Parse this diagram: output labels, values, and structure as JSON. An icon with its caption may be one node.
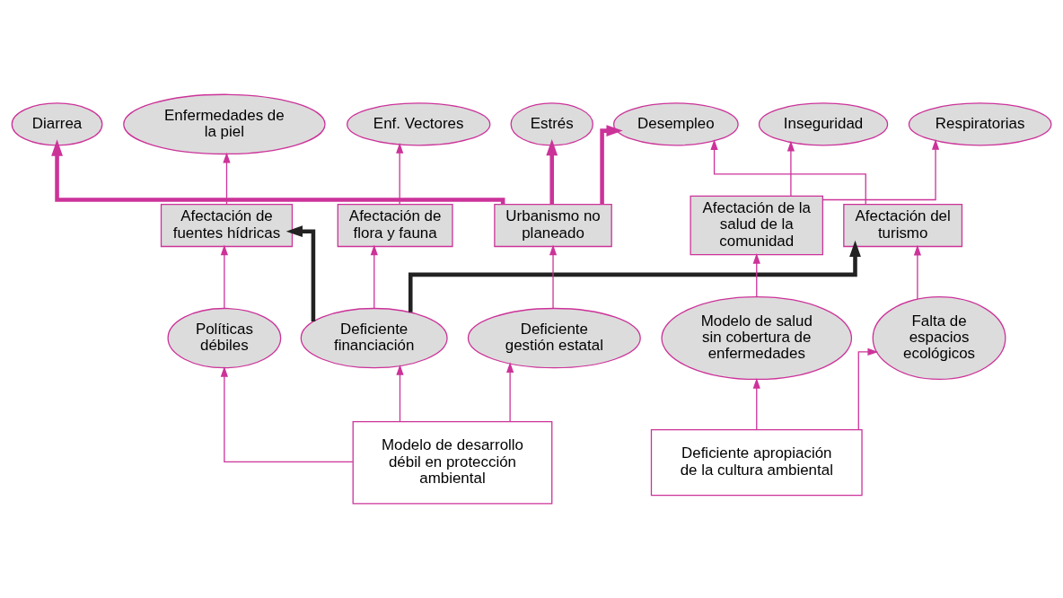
{
  "diagram": {
    "nodes": [
      {
        "text": [
          "Diarrea"
        ]
      },
      {
        "text": [
          "Enfermedades de la piel"
        ]
      },
      {
        "text": [
          "Enf. Vectores"
        ]
      },
      {
        "text": [
          "Estrés"
        ]
      },
      {
        "text": [
          "Desempleo"
        ]
      },
      {
        "text": [
          "Inseguridad"
        ]
      },
      {
        "text": [
          "Respiratorias"
        ]
      },
      {
        "text": [
          "Afectación de fuentes hídricas"
        ]
      },
      {
        "text": [
          "Afectación de flora y fauna"
        ]
      },
      {
        "text": [
          "Urbanismo no planeado"
        ]
      },
      {
        "text": [
          "Afectación de la salud de la comunidad"
        ]
      },
      {
        "text": [
          "Afectación del turismo"
        ]
      },
      {
        "text": [
          "Políticas débiles"
        ]
      },
      {
        "text": [
          "Deficiente financiación"
        ]
      },
      {
        "text": [
          "Deficiente gestión estatal"
        ]
      },
      {
        "text": [
          "Modelo de salud sin cobertura de enfermedades"
        ]
      },
      {
        "text": [
          "Falta de espacios ecológicos"
        ]
      },
      {
        "text": [
          "Modelo de desarrollo débil en protección ambiental"
        ]
      },
      {
        "text": [
          "Deficiente apropiación de la cultura ambiental"
        ]
      }
    ],
    "edges": [
      {
        "from": 7,
        "to": 1,
        "arrow": "to"
      },
      {
        "from": 9,
        "to": 0,
        "arrow": "to",
        "style": "thick"
      },
      {
        "from": 9,
        "to": 3,
        "arrow": "to",
        "style": "thick"
      },
      {
        "from": 9,
        "to": 4,
        "arrow": "to",
        "style": "thick"
      },
      {
        "from": 8,
        "to": 2,
        "arrow": "to"
      },
      {
        "from": 10,
        "to": 5,
        "arrow": "to"
      },
      {
        "from": 10,
        "to": 6,
        "arrow": "to"
      },
      {
        "from": 11,
        "to": 4,
        "arrow": "to"
      },
      {
        "from": 12,
        "to": 7,
        "arrow": "to"
      },
      {
        "from": 13,
        "to": 7,
        "arrow": "to",
        "style": "thick",
        "color": "#222222"
      },
      {
        "from": 13,
        "to": 8,
        "arrow": "to"
      },
      {
        "from": 13,
        "to": 11,
        "arrow": "to",
        "style": "thick",
        "color": "#222222"
      },
      {
        "from": 14,
        "to": 9,
        "arrow": "to"
      },
      {
        "from": 15,
        "to": 10,
        "arrow": "to"
      },
      {
        "from": 16,
        "to": 11,
        "arrow": "to"
      },
      {
        "from": 17,
        "to": 12,
        "arrow": "to"
      },
      {
        "from": 17,
        "to": 13,
        "arrow": "to"
      },
      {
        "from": 17,
        "to": 14,
        "arrow": "to"
      },
      {
        "from": 18,
        "to": 15,
        "arrow": "to"
      },
      {
        "from": 18,
        "to": 16,
        "arrow": "to"
      }
    ]
  }
}
